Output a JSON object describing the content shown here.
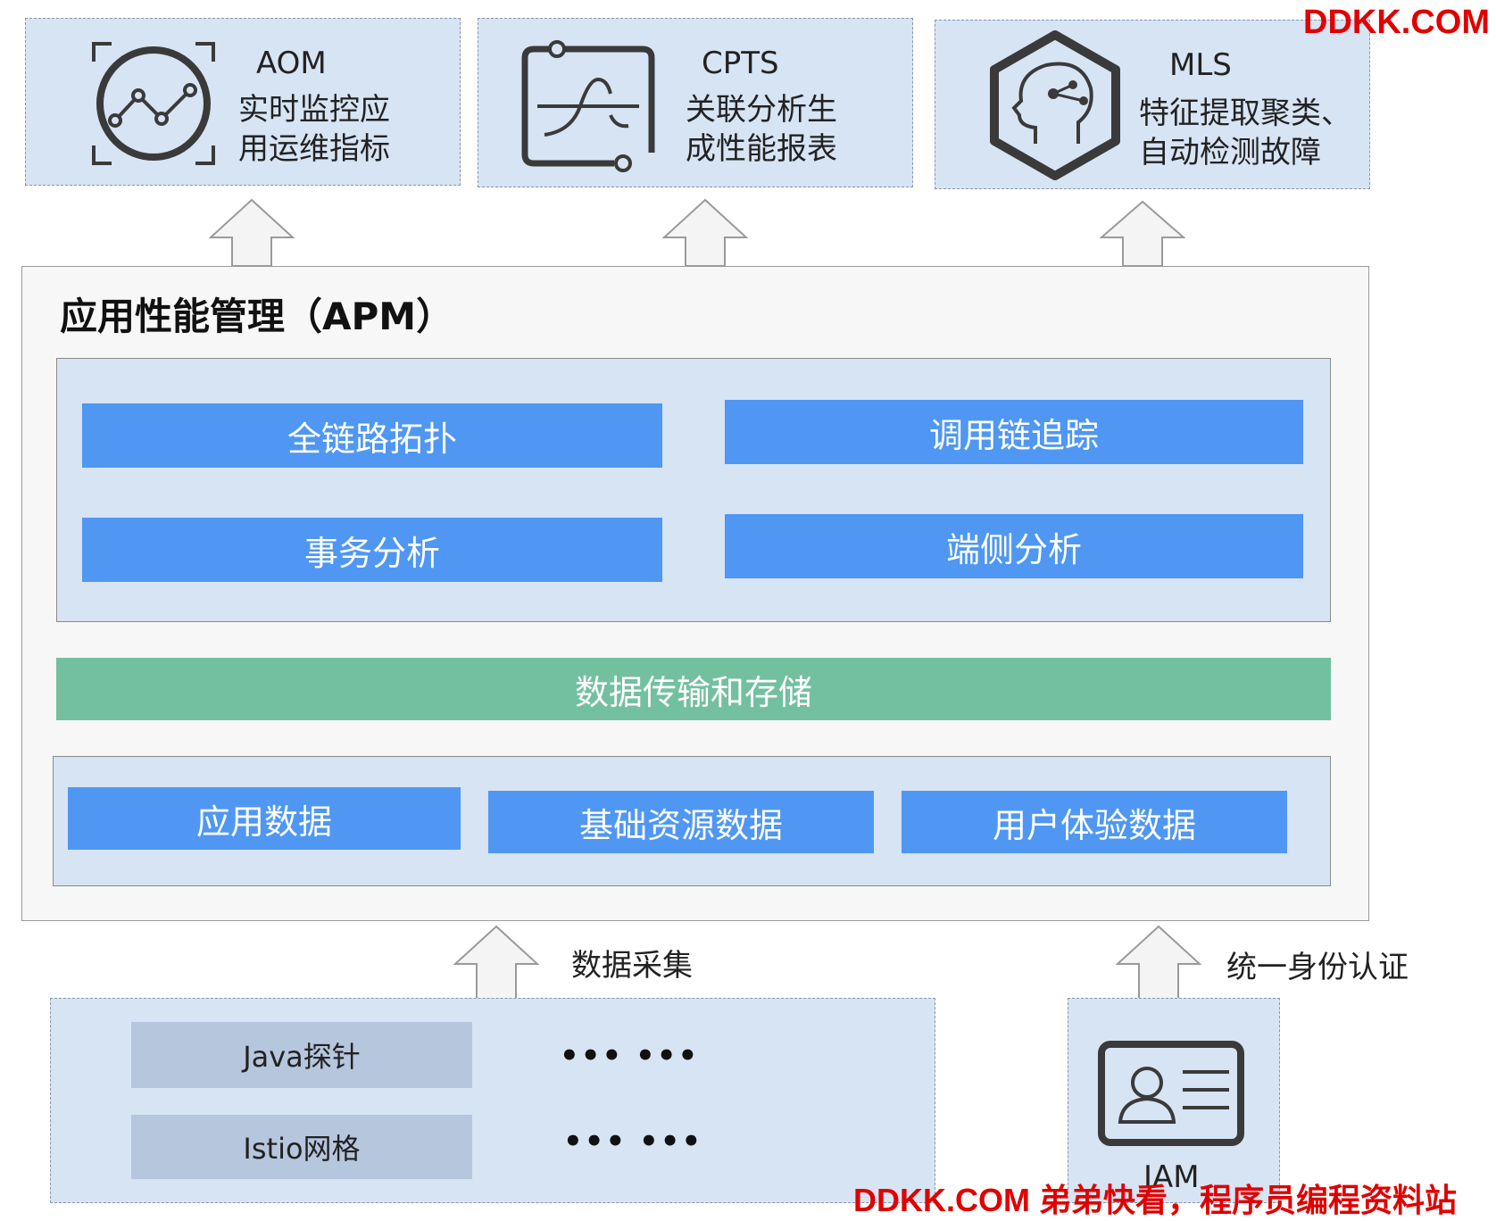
{
  "top_services": [
    {
      "name": "AOM",
      "desc_line1": "实时监控应",
      "desc_line2": "用运维指标",
      "icon": "monitor-chart-icon"
    },
    {
      "name": "CPTS",
      "desc_line1": "关联分析生",
      "desc_line2": "成性能报表",
      "icon": "performance-curve-icon"
    },
    {
      "name": "MLS",
      "desc_line1": "特征提取聚类、",
      "desc_line2": "自动检测故障",
      "icon": "ai-head-icon"
    }
  ],
  "apm": {
    "title": "应用性能管理（APM）",
    "analysis": {
      "top_left": "全链路拓扑",
      "top_right": "调用链追踪",
      "bottom_left": "事务分析",
      "bottom_right": "端侧分析"
    },
    "transport": "数据传输和存储",
    "data_sources": [
      "应用数据",
      "基础资源数据",
      "用户体验数据"
    ]
  },
  "collection": {
    "arrow_label": "数据采集",
    "items": [
      "Java探针",
      "Istio网格"
    ],
    "dots": "••• •••"
  },
  "iam": {
    "arrow_label": "统一身份认证",
    "label": "IAM",
    "icon": "id-card-icon"
  },
  "watermark": {
    "top": "DDKK.COM",
    "bottom": "DDKK.COM 弟弟快看，程序员编程资料站",
    "color": "#e10000"
  }
}
